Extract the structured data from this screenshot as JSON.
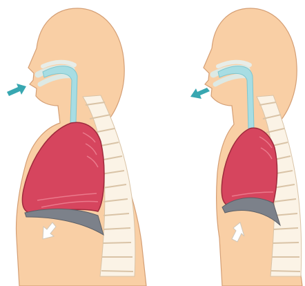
{
  "colors": {
    "background": "#ffffff",
    "skin": "#f9cfa5",
    "skin_outline": "#d49e74",
    "lung": "#d6455e",
    "lung_highlight": "#ea7a8c",
    "lung_outline": "#9e2a3c",
    "airway": "#a7dde3",
    "air_stream": "#d9eef0",
    "arrow": "#38a7b1",
    "diaphragm": "#7c818a",
    "spine": "#fbf3e6",
    "spine_outline": "#d9c3a6"
  },
  "panels": [
    {
      "phase": "inhalation",
      "air_arrow_direction": "into-nose",
      "diaphragm_arrow_direction": "down"
    },
    {
      "phase": "exhalation",
      "air_arrow_direction": "out-of-nose",
      "diaphragm_arrow_direction": "up"
    }
  ]
}
